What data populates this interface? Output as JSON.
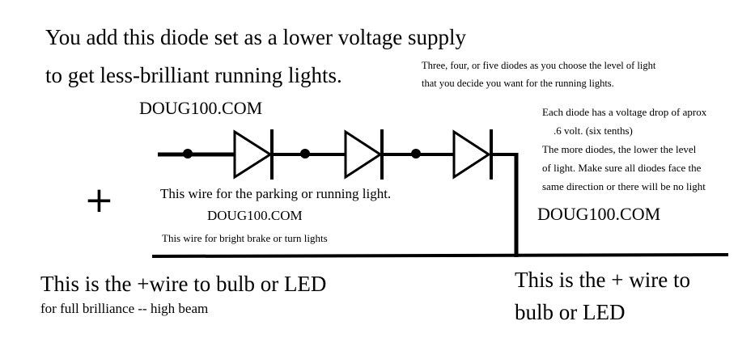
{
  "title_line1": "You add this diode set as a lower voltage supply",
  "title_line2": "to get less-brilliant running lights.",
  "watermark_1": "DOUG100.COM",
  "watermark_2": "DOUG100.COM",
  "watermark_3": "DOUG100.COM",
  "note_diodes_line1": "Three, four, or five diodes as you choose the level of light",
  "note_diodes_line2": "that you decide you want for the running lights.",
  "note_drop_lines": [
    "Each diode has a voltage drop of aprox",
    ".6 volt. (six tenths)",
    "The more diodes, the lower the level",
    "of light.  Make sure all diodes face the",
    "same direction or there will be no light"
  ],
  "plus_sign": "+",
  "label_parking_wire": "This wire for the parking or running light.",
  "label_brake_wire": "This wire for bright brake or turn lights",
  "bottom_left_line1": "This is the +wire to bulb or LED",
  "bottom_left_line2": "for full brilliance -- high beam",
  "bottom_right_line1": "This is the + wire to",
  "bottom_right_line2": "bulb or LED",
  "colors": {
    "ink": "#000000",
    "background": "#ffffff"
  },
  "diode_count": 3
}
